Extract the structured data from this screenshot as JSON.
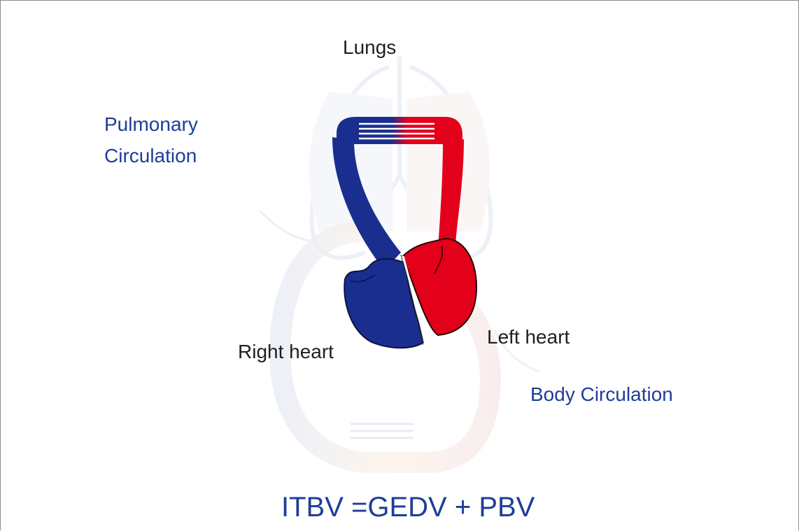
{
  "labels": {
    "lungs": "Lungs",
    "pulmonary_line1": "Pulmonary",
    "pulmonary_line2": "Circulation",
    "right_heart": "Right heart",
    "left_heart": "Left heart",
    "body_circulation": "Body Circulation"
  },
  "formula": "ITBV =GEDV + PBV",
  "colors": {
    "venous_blue": "#1a2e8f",
    "arterial_red": "#e3001b",
    "label_blue": "#1f3d99",
    "label_dark": "#1f1f1f",
    "faded_background": "#f2f3f8"
  },
  "icons": [
    "lungs-outline-icon",
    "heart-circulation-icon"
  ]
}
